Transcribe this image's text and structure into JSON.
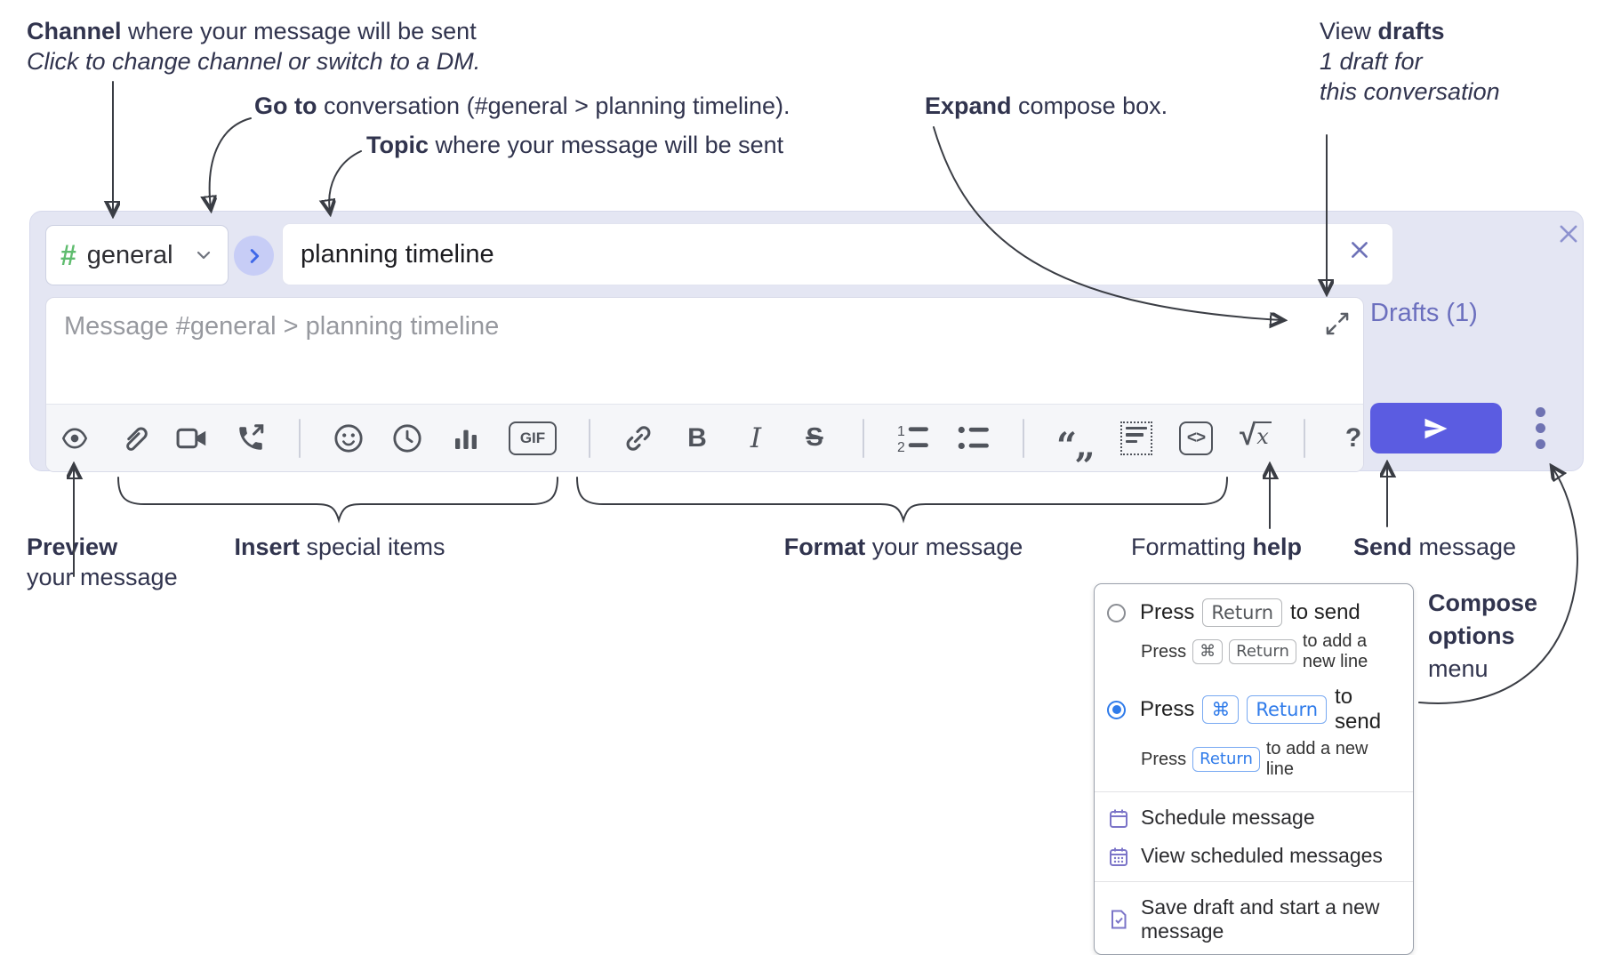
{
  "annotations": {
    "channel": {
      "bold": "Channel",
      "rest": " where your message will be sent",
      "sub": "Click to change channel or switch to a DM."
    },
    "goto": {
      "bold": "Go to",
      "rest": " conversation (#general > planning timeline)."
    },
    "topic": {
      "bold": "Topic",
      "rest": " where your message will be sent"
    },
    "expand": {
      "bold": "Expand",
      "rest": " compose box."
    },
    "view_drafts": {
      "pre": "View ",
      "bold": "drafts",
      "sub1": "1 draft for",
      "sub2": "this conversation"
    },
    "preview": {
      "line1": "Preview",
      "line2": "your message"
    },
    "insert": {
      "bold": "Insert",
      "rest": " special items"
    },
    "format": {
      "bold": "Format",
      "rest": " your message"
    },
    "help": {
      "pre": "Formatting ",
      "bold": "help"
    },
    "send": {
      "bold": "Send",
      "rest": " message"
    },
    "compose_options": {
      "line1": "Compose",
      "line2": "options",
      "line3": "menu"
    }
  },
  "compose": {
    "channel": {
      "hash_glyph": "#",
      "name": "general"
    },
    "topic": {
      "value": "planning timeline"
    },
    "message": {
      "placeholder": "Message #general > planning timeline"
    },
    "drafts_link": "Drafts (1)"
  },
  "toolbar": {
    "gif_label": "GIF",
    "bold_glyph": "B",
    "italic_glyph": "I",
    "strike_glyph": "S",
    "quote_glyph": "“„",
    "olist_1": "1",
    "olist_2": "2",
    "math_radical": "√",
    "math_x": "x",
    "help_glyph": "?"
  },
  "options_menu": {
    "option_return": {
      "main_pre": "Press",
      "main_key": "Return",
      "main_post": "to send",
      "sub_pre": "Press",
      "sub_key1": "⌘",
      "sub_key2": "Return",
      "sub_post": "to add a new line"
    },
    "option_cmd_return": {
      "main_pre": "Press",
      "main_key1": "⌘",
      "main_key2": "Return",
      "main_post": "to send",
      "sub_pre": "Press",
      "sub_key": "Return",
      "sub_post": "to add a new line"
    },
    "items": [
      "Schedule message",
      "View scheduled messages",
      "Save draft and start a new message"
    ]
  },
  "colors": {
    "compose_bg": "#e4e6f3",
    "send_button": "#5b5ce1",
    "drafts_link": "#6b6fbe",
    "hash_green": "#5fbc6e",
    "goto_blue": "#3f68e8",
    "radio_blue": "#2f7bea",
    "menu_icon_purple": "#7b74c8"
  }
}
